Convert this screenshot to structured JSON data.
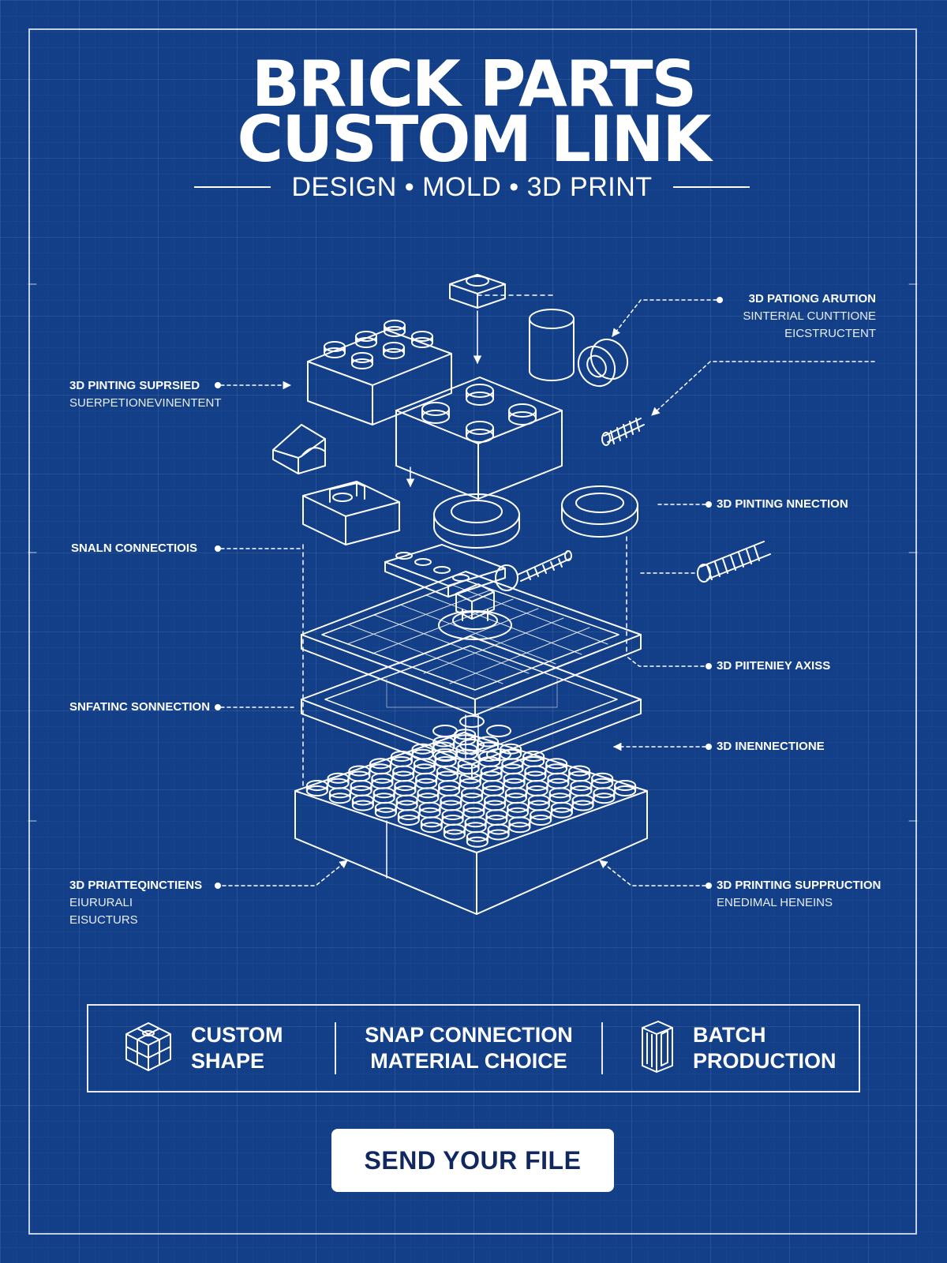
{
  "header": {
    "title_line1": "BRICK PARTS",
    "title_line2": "CUSTOM LINK",
    "tagline": "DESIGN • MOLD • 3D PRINT"
  },
  "callouts": {
    "top_right": {
      "line1": "3D PATIONG ARUTION",
      "line2": "SINTERIAL CUNTTIONE",
      "line3": "EICSTRUCTENT"
    },
    "left_1": {
      "line1": "3D PINTING SUPRSIED",
      "line2": "SUERPETIONEVINENTENT"
    },
    "left_2": {
      "line1": "SNALN CONNECTIOIS"
    },
    "left_3": {
      "line1": "SNFATINC SONNECTION"
    },
    "left_4": {
      "line1": "3D PRIATTEQINCTIENS",
      "line2": "EIURURALI",
      "line3": "EISUCTURS"
    },
    "right_1": {
      "line1": "3D PINTING NNECTION"
    },
    "right_2": {
      "line1": "3D PIITENIEY AXISS"
    },
    "right_3": {
      "line1": "3D INENNECTIONE"
    },
    "right_4": {
      "line1": "3D PRINTING SUPPRUCTION",
      "line2": "ENEDIMAL HENEINS"
    }
  },
  "features": [
    {
      "line1": "CUSTOM",
      "line2": "SHAPE",
      "icon": "cube-icon"
    },
    {
      "line1": "SNAP CONNECTION",
      "line2": "MATERIAL CHOICE",
      "icon": ""
    },
    {
      "line1": "BATCH",
      "line2": "PRODUCTION",
      "icon": "brick-stack-icon"
    }
  ],
  "cta": {
    "label": "SEND YOUR FILE"
  },
  "colors": {
    "background": "#123f88",
    "line": "#ffffff",
    "button_text": "#10275f"
  }
}
